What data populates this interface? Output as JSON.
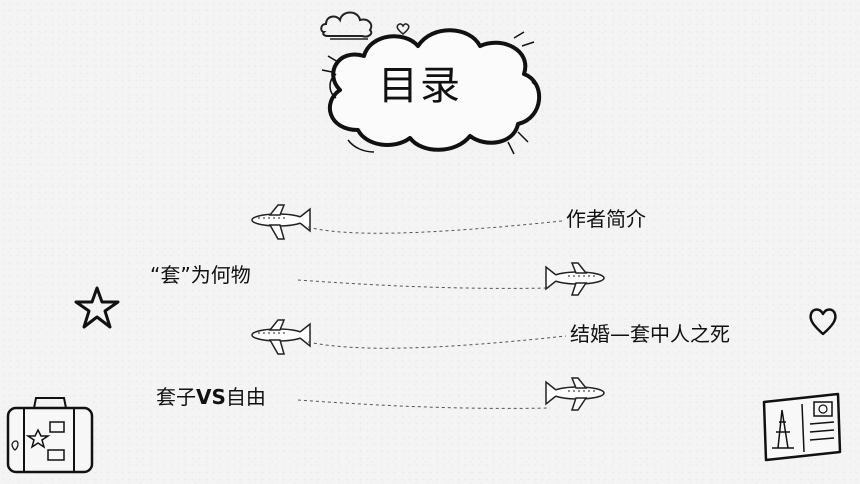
{
  "slide": {
    "title": "目录",
    "items": [
      {
        "label": "作者简介"
      },
      {
        "label": "“套”为何物"
      },
      {
        "label": "结婚—套中人之死"
      },
      {
        "label_prefix": "套子",
        "label_bold": "VS",
        "label_suffix": "自由"
      }
    ]
  },
  "icons": [
    "cloud-icon",
    "small-cloud-icon",
    "heart-icon",
    "star-icon",
    "suitcase-icon",
    "postcard-icon",
    "airplane-icon"
  ],
  "colors": {
    "ink": "#111111",
    "background": "#f4f4f4",
    "dashed_line": "#555555"
  }
}
